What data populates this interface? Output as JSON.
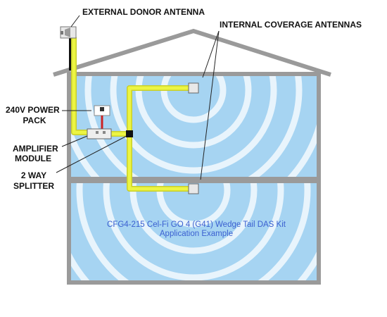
{
  "labels": {
    "donor_antenna": "EXTERNAL DONOR ANTENNA",
    "coverage_antennas": "INTERNAL COVERAGE ANTENNAS",
    "power_pack_line1": "240V POWER",
    "power_pack_line2": "PACK",
    "amplifier_line1": "AMPLIFIER",
    "amplifier_line2": "MODULE",
    "splitter_line1": "2 WAY",
    "splitter_line2": "SPLITTER"
  },
  "caption": {
    "line1": "CFG4-215 Cel-Fi GO 4 (G41) Wedge Tail DAS Kit",
    "line2": "Application Example"
  },
  "colors": {
    "room_fill": "#a6d4f2",
    "signal_rings": "#e8f4fc",
    "house_wall": "#9a9a9a",
    "cable": "#ecf542",
    "cable_outline": "#c9cf2a",
    "splitter": "#111111",
    "power_lead": "#cc2222",
    "caption_text": "#3a5fd0"
  }
}
